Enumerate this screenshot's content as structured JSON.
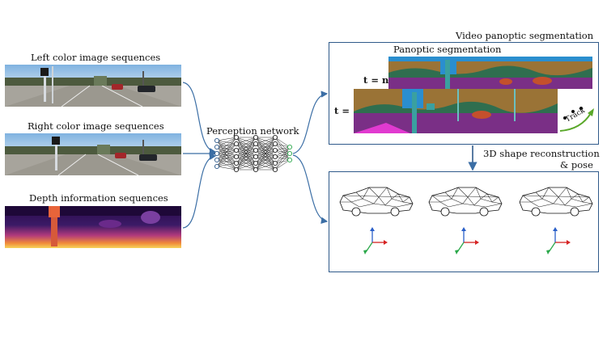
{
  "inputs": {
    "left_title": "Left color image sequences",
    "right_title": "Right color image sequences",
    "depth_title": "Depth information sequences"
  },
  "network": {
    "title": "Perception network"
  },
  "video_panoptic": {
    "title": "Video panoptic segmentation",
    "inner_title": "Panoptic segmentation",
    "t_n": "t = n",
    "t_1": "t = 1",
    "track_label": "Track"
  },
  "reconstruction": {
    "title_line1": "3D shape reconstruction",
    "title_line2": "& pose"
  },
  "colors": {
    "panel_border": "#2f5a8a",
    "arrow": "#3b6ea5",
    "road_purple": "#7a2f86",
    "building_brown": "#9a7336",
    "vegetation_green": "#2f6e4f",
    "sky_blue": "#2a8ecf",
    "car_orange": "#c4502c",
    "track_green": "#5aa82a",
    "axis_red": "#d62424",
    "axis_green": "#2aa84a",
    "axis_blue": "#2a5fc8"
  },
  "icons": [
    "neural-network-icon",
    "car-wireframe-icon",
    "axis-triad-icon",
    "track-arrow-icon"
  ]
}
